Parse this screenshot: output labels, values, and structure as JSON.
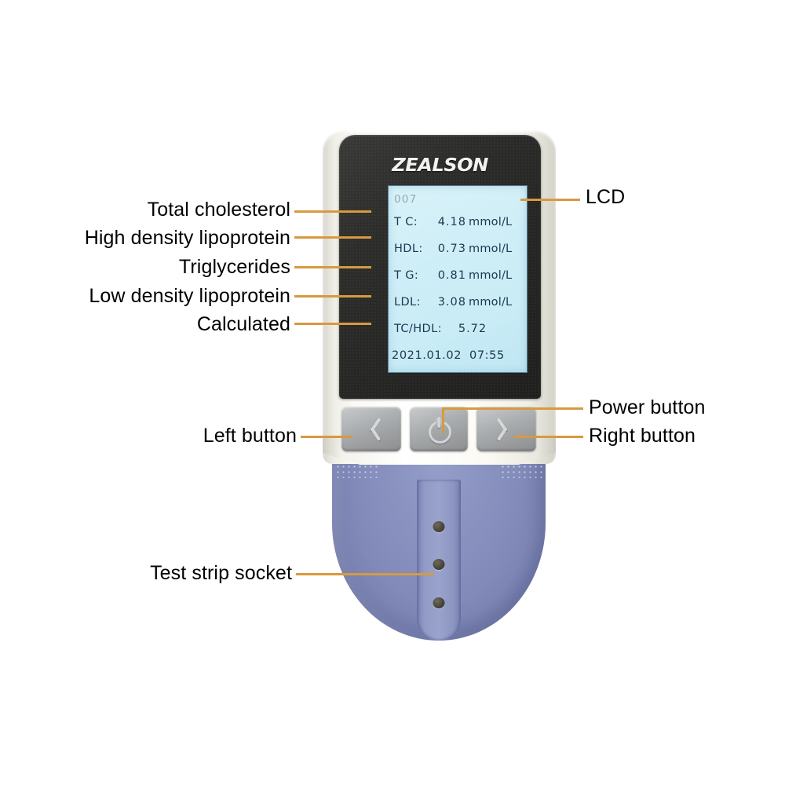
{
  "device": {
    "brand": "ZEALSON",
    "lcd": {
      "record_id": "007",
      "rows": [
        {
          "key": "T C:",
          "value": "4.18",
          "unit": "mmol/L"
        },
        {
          "key": "HDL:",
          "value": "0.73",
          "unit": "mmol/L"
        },
        {
          "key": "T G:",
          "value": "0.81",
          "unit": "mmol/L"
        },
        {
          "key": "LDL:",
          "value": "3.08",
          "unit": "mmol/L"
        }
      ],
      "ratio": {
        "key": "TC/HDL:",
        "value": "5.72"
      },
      "date": "2021.01.02",
      "time": "07:55"
    },
    "buttons": {
      "left": "<",
      "power": "power-symbol",
      "right": ">"
    }
  },
  "callouts": {
    "lcd": "LCD",
    "total_cholesterol": "Total cholesterol",
    "hdl": "High density lipoprotein",
    "triglycerides": "Triglycerides",
    "ldl": "Low density lipoprotein",
    "calculated": "Calculated",
    "left_button": "Left button",
    "power_button": "Power button",
    "right_button": "Right button",
    "test_strip_socket": "Test strip socket"
  },
  "colors": {
    "leader_line": "#d79a3f",
    "lcd_background": "#cfeef7",
    "lcd_text": "#1b3550",
    "device_blue": "#8790bd",
    "device_white": "#f7f6f0",
    "panel_black": "#2b2b29"
  }
}
